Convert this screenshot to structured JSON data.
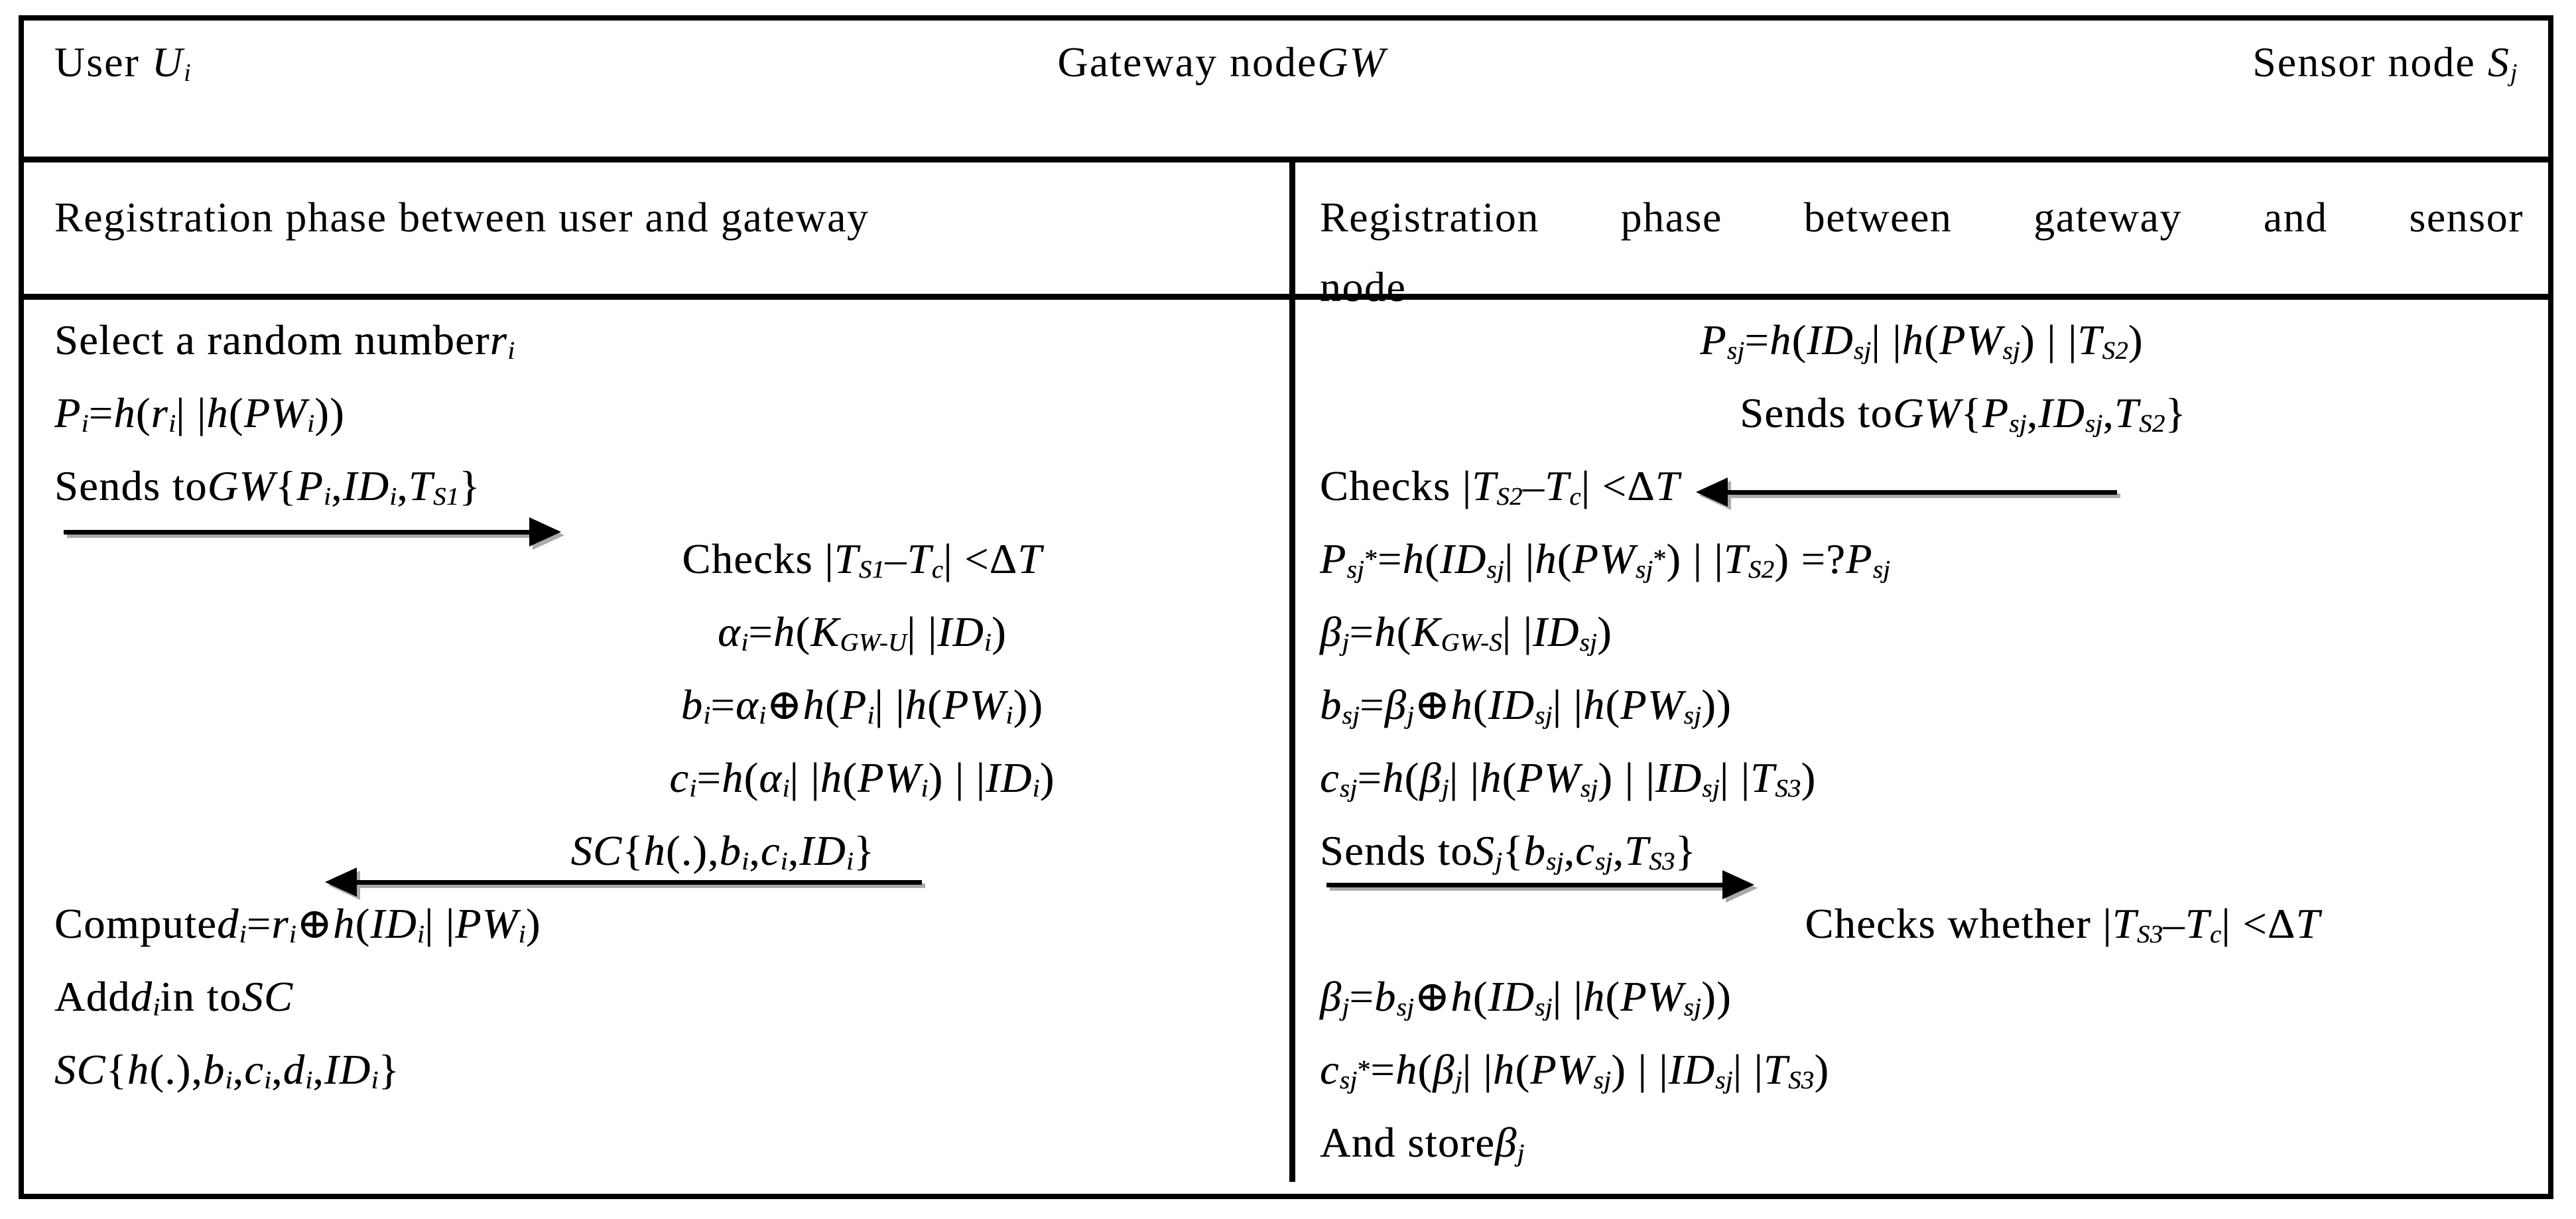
{
  "figure": {
    "header": {
      "user": "User ~U_{i}~",
      "gateway": "Gateway node~GW~",
      "sensor": "Sensor node ~S_{j}~"
    },
    "phase_headers": {
      "left": "Registration phase between user and gateway",
      "right_line1": "Registration phase between gateway and sensor",
      "right_line2": "node"
    },
    "left_column": {
      "lines": [
        "Select a random number ~r_{i}~",
        "~P_{i}~ = ~h~(~r_{i}~ | | ~h~(~PW_{i}~))",
        "Sends to ~GW~ {~P_{i}~, ~ID_{i}~, ~T_{S1}~}",
        "Checks | ~T_{S1}~ – ~T_{c}~ | <Δ~T~",
        "~α_{i}~ = ~h~(~K_{GW-U}~ | | ~ID_{i}~)",
        "~b_{i}~ = ~α_{i}~⊕~h~(~P_{i}~ | | ~h~(~PW_{i}~))",
        "~c_{i}~ = ~h~(~α_{i}~ | | ~h~(~PW_{i}~) | | ~ID_{i}~)",
        "~SC~ {~h~(.), ~b_{i}~, ~c_{i}~, ~ID_{i}~}",
        "Compute ~d_{i}~ = ~r_{i}~⊕~h~(~ID_{i}~ | | ~PW_{i}~)",
        "Add ~d_{i}~ in to ~SC~",
        "~SC~ {~h~(.), ~b_{i}~, ~c_{i}~, ~d_{i}~, ~ID_{i}~}"
      ]
    },
    "right_column": {
      "lines": [
        "~P_{sj}~ = ~h~(~ID_{sj}~ | | ~h~(~PW_{sj}~) | | ~T_{S2}~)",
        "Sends to ~GW~ {~P_{sj}~, ~ID_{sj}~, ~T_{S2}~}",
        "Checks | ~T_{S2}~ – ~T_{c}~ | <Δ~T~",
        "~P_{sj}~^{*} =~h~(~ID_{sj}~ | | ~h~(~PW_{sj}~^{*}) | | ~T_{S2}~) =? ~P_{sj}~",
        "~β_{j}~ = ~h~(~K_{GW-S}~ | | ~ID_{sj}~)",
        "~b_{sj}~ = ~β_{j}~ ⊕~h~(~ID_{sj}~ | | ~h~(~PW_{sj}~))",
        "~c_{sj}~ = ~h~(~β_{j}~ | | ~h~(~PW_{sj}~) | | ~ID_{sj}~ | | ~T_{S3}~)",
        "Sends to ~S_{j}~ {~b_{sj}~, ~c_{sj}~, ~T_{S3}~}",
        "Checks whether | ~T_{S3}~ – ~T_{c}~ | <Δ~T~",
        "~β_{j}~ = ~b_{sj}~ ⊕~h~(~ID_{sj}~ | | ~h~(~PW_{sj}~))",
        "~c_{sj}~^{*} = ~h~(~β_{j}~ | | ~h~(~PW_{sj}~) | | ~ID_{sj}~ | | ~T_{S3}~)",
        "And store ~β_{j}~"
      ]
    },
    "arrows": [
      {
        "id": "user-to-gateway",
        "direction": "right",
        "label_line": "Sends to GW {Pi, IDi, TS1}"
      },
      {
        "id": "gateway-to-user",
        "direction": "left",
        "label_line": "SC {h(.), bi, ci, IDi}"
      },
      {
        "id": "sensor-to-gateway",
        "direction": "left",
        "label_line": "Sends to GW {Psj, IDsj, TS2}"
      },
      {
        "id": "gateway-to-sensor",
        "direction": "right",
        "label_line": "Sends to Sj {bsj, csj, TS3}"
      }
    ],
    "colors": {
      "border": "#000000",
      "text": "#000000",
      "background": "#ffffff",
      "arrow_shadow": "#a9a9a9"
    }
  }
}
